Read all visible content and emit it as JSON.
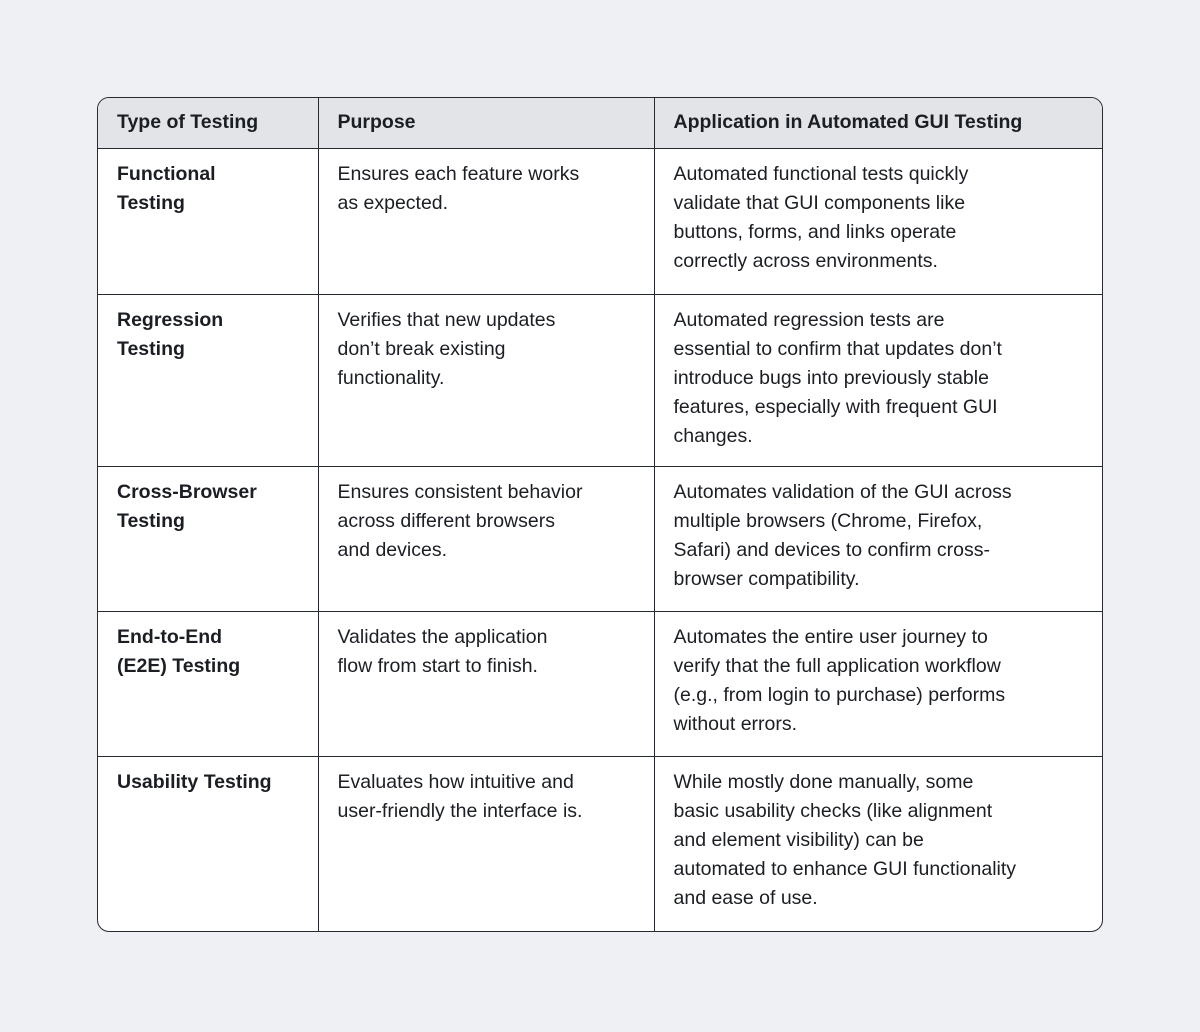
{
  "colors": {
    "page_bg": "#eef0f3",
    "card_bg": "#ffffff",
    "header_bg": "#e2e4e8",
    "border": "#262a31",
    "text": "#1b1e23"
  },
  "table": {
    "columns": [
      "Type of Testing",
      "Purpose",
      "Application in Automated GUI Testing"
    ],
    "rows": [
      {
        "type": "Functional\nTesting",
        "purpose": "Ensures each feature works\nas expected.",
        "application": "Automated functional tests quickly\nvalidate that GUI components like\nbuttons, forms, and links operate\ncorrectly across environments."
      },
      {
        "type": "Regression\nTesting",
        "purpose": "Verifies that new updates\ndon’t break existing\nfunctionality.",
        "application": "Automated regression tests are\nessential to confirm that updates don’t\nintroduce bugs into previously stable\nfeatures, especially with frequent GUI\nchanges."
      },
      {
        "type": "Cross-Browser\nTesting",
        "purpose": "Ensures consistent behavior\nacross different browsers\nand devices.",
        "application": "Automates validation of the GUI across\nmultiple browsers (Chrome, Firefox,\nSafari) and devices to confirm cross-\nbrowser compatibility."
      },
      {
        "type": "End-to-End\n(E2E) Testing",
        "purpose": "Validates the application\nflow from start to finish.",
        "application": "Automates the entire user journey to\nverify that the full application workflow\n(e.g., from login to purchase) performs\nwithout errors."
      },
      {
        "type": "Usability Testing",
        "purpose": "Evaluates how intuitive and\nuser-friendly the interface is.",
        "application": "While mostly done manually, some\nbasic usability checks (like alignment\nand element visibility) can be\nautomated to enhance GUI functionality\nand ease of use."
      }
    ]
  }
}
